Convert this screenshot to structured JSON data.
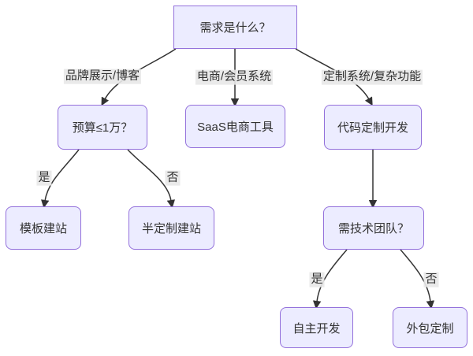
{
  "diagram": {
    "kind": "flowchart-decision-tree",
    "direction": "top-down",
    "nodes": [
      {
        "id": "A",
        "label": "需求是什么？",
        "shape": "rectangle"
      },
      {
        "id": "B",
        "label": "预算≤1万？",
        "shape": "rounded"
      },
      {
        "id": "C",
        "label": "SaaS电商工具",
        "shape": "rounded"
      },
      {
        "id": "D",
        "label": "代码定制开发",
        "shape": "rounded"
      },
      {
        "id": "E",
        "label": "模板建站",
        "shape": "rounded"
      },
      {
        "id": "F",
        "label": "半定制建站",
        "shape": "rounded"
      },
      {
        "id": "G",
        "label": "需技术团队？",
        "shape": "rounded"
      },
      {
        "id": "H",
        "label": "自主开发",
        "shape": "rounded"
      },
      {
        "id": "I",
        "label": "外包定制",
        "shape": "rounded"
      }
    ],
    "edges": [
      {
        "from": "A",
        "to": "B",
        "label": "品牌展示/博客"
      },
      {
        "from": "A",
        "to": "C",
        "label": "电商/会员系统"
      },
      {
        "from": "A",
        "to": "D",
        "label": "定制系统/复杂功能"
      },
      {
        "from": "B",
        "to": "E",
        "label": "是"
      },
      {
        "from": "B",
        "to": "F",
        "label": "否"
      },
      {
        "from": "D",
        "to": "G",
        "label": ""
      },
      {
        "from": "G",
        "to": "H",
        "label": "是"
      },
      {
        "from": "G",
        "to": "I",
        "label": "否"
      }
    ],
    "colors": {
      "node_fill": "#ECECFF",
      "node_border": "#9370DB",
      "edge_line": "#333333",
      "text": "#333333",
      "edge_label_background": "#E8E8E8",
      "background": "#FFFFFF"
    }
  }
}
